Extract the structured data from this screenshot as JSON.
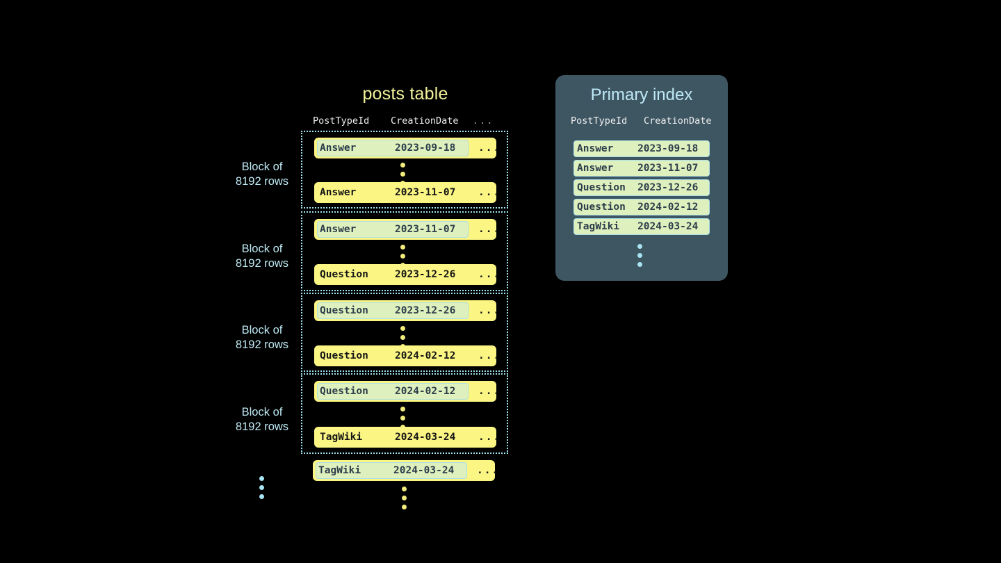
{
  "posts_table": {
    "title": "posts table",
    "columns": [
      "PostTypeId",
      "CreationDate"
    ],
    "ellipsis_header": "...",
    "row_ellipsis": "...",
    "blocks": [
      {
        "label_line1": "Block of",
        "label_line2": "8192 rows",
        "first_row": {
          "post_type_id": "Answer",
          "creation_date": "2023-09-18",
          "highlighted": true
        },
        "last_row": {
          "post_type_id": "Answer",
          "creation_date": "2023-11-07",
          "highlighted": false
        }
      },
      {
        "label_line1": "Block of",
        "label_line2": "8192 rows",
        "first_row": {
          "post_type_id": "Answer",
          "creation_date": "2023-11-07",
          "highlighted": true
        },
        "last_row": {
          "post_type_id": "Question",
          "creation_date": "2023-12-26",
          "highlighted": false
        }
      },
      {
        "label_line1": "Block of",
        "label_line2": "8192 rows",
        "first_row": {
          "post_type_id": "Question",
          "creation_date": "2023-12-26",
          "highlighted": true
        },
        "last_row": {
          "post_type_id": "Question",
          "creation_date": "2024-02-12",
          "highlighted": false
        }
      },
      {
        "label_line1": "Block of",
        "label_line2": "8192 rows",
        "first_row": {
          "post_type_id": "Question",
          "creation_date": "2024-02-12",
          "highlighted": true
        },
        "last_row": {
          "post_type_id": "TagWiki",
          "creation_date": "2024-03-24",
          "highlighted": false
        }
      }
    ],
    "trailing_row": {
      "post_type_id": "TagWiki",
      "creation_date": "2024-03-24",
      "highlighted": true
    }
  },
  "primary_index": {
    "title": "Primary index",
    "columns": [
      "PostTypeId",
      "CreationDate"
    ],
    "rows": [
      {
        "post_type_id": "Answer",
        "creation_date": "2023-09-18"
      },
      {
        "post_type_id": "Answer",
        "creation_date": "2023-11-07"
      },
      {
        "post_type_id": "Question",
        "creation_date": "2023-12-26"
      },
      {
        "post_type_id": "Question",
        "creation_date": "2024-02-12"
      },
      {
        "post_type_id": "TagWiki",
        "creation_date": "2024-03-24"
      }
    ]
  },
  "colors": {
    "background": "#000000",
    "row_yellow": "#fbf583",
    "highlight_green": "#dff0bf",
    "highlight_border": "#a9dfe8",
    "block_border": "#9fe3f0",
    "label_cyan": "#bfeaf5",
    "title_yellow": "#f2f29a",
    "panel_slate": "#3e5662",
    "panel_title_cyan": "#bfe9f7",
    "dot_yellow": "#f2eb7e",
    "dot_cyan": "#a8e4f2"
  }
}
